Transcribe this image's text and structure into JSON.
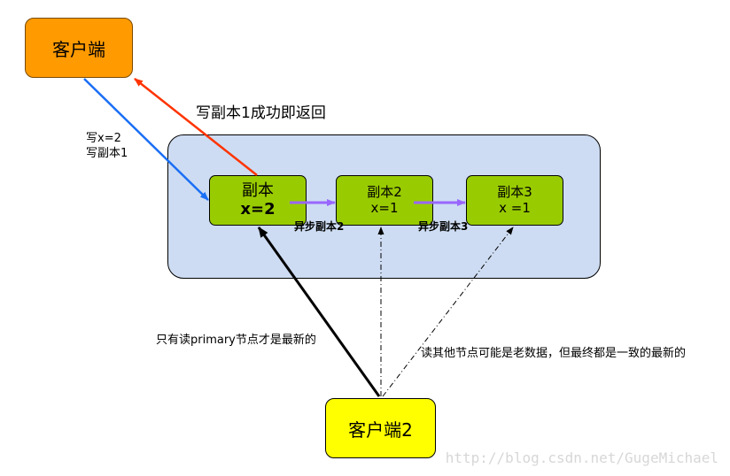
{
  "nodes": {
    "client": "客户端",
    "replica1": {
      "name": "副本",
      "value": "x=2"
    },
    "replica2": {
      "name": "副本2",
      "value": "x=1"
    },
    "replica3": {
      "name": "副本3",
      "value": "x =1"
    },
    "client2": "客户端2"
  },
  "labels": {
    "return_after_replica1": "写副本1成功即返回",
    "write_line1": "写x=2",
    "write_line2": "写副本1",
    "async_replica2": "异步副本2",
    "async_replica3": "异步副本3",
    "read_primary": "只有读primary节点才是最新的",
    "read_others": "读其他节点可能是老数据，但最终都是一致的最新的"
  },
  "watermark": "http://blog.csdn.net/GugeMichael",
  "colors": {
    "client": "#ff9a00",
    "client2": "#ffff00",
    "replica": "#99cc00",
    "cluster": "#cddcf2",
    "write_arrow": "#1a6ef5",
    "return_arrow": "#ff3300",
    "async_arrow": "#9966ff",
    "read_arrow": "#000000"
  }
}
